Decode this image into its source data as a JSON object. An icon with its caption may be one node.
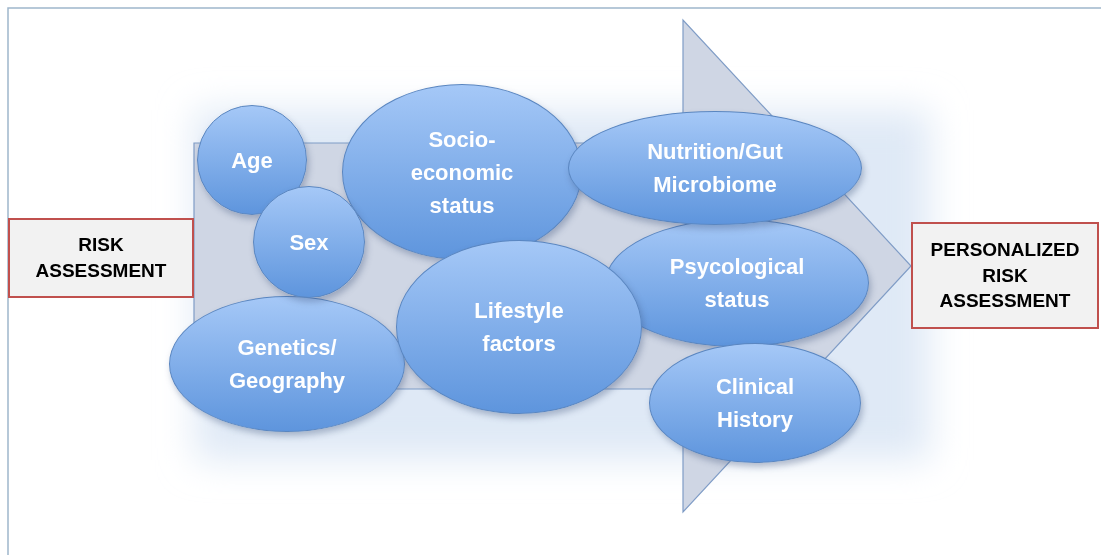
{
  "diagram": {
    "nodes": [
      {
        "text": [
          "RISK ASSESSMENT"
        ]
      },
      {
        "text": [
          "Age"
        ]
      },
      {
        "text": [
          "Sex"
        ]
      },
      {
        "text": [
          "Socio-economic status"
        ]
      },
      {
        "text": [
          "Nutrition/Gut Microbiome"
        ]
      },
      {
        "text": [
          "Psycological status"
        ]
      },
      {
        "text": [
          "Genetics/ Geography"
        ]
      },
      {
        "text": [
          "Lifestyle factors"
        ]
      },
      {
        "text": [
          "Clinical History"
        ]
      },
      {
        "text": [
          "PERSONALIZED RISK ASSESSMENT"
        ]
      }
    ],
    "edges": [
      {
        "from": 0,
        "to": 9,
        "arrow": "to",
        "style": "thick"
      }
    ]
  }
}
